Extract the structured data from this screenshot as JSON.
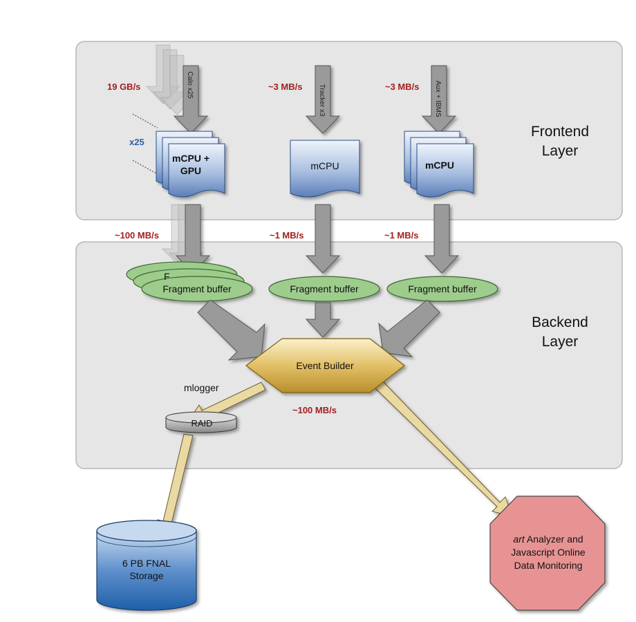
{
  "layers": {
    "frontend_line1": "Frontend",
    "frontend_line2": "Layer",
    "backend_line1": "Backend",
    "backend_line2": "Layer"
  },
  "frontend": {
    "calo": {
      "input_rate": "19 GB/s",
      "arrow_label": "Calo x25",
      "multiplicity": "x25",
      "node_line1": "mCPU +",
      "node_line2": "GPU",
      "output_rate": "~100 MB/s"
    },
    "tracker": {
      "input_rate": "~3 MB/s",
      "arrow_label": "Tracker x3",
      "node_label": "mCPU",
      "output_rate": "~1 MB/s"
    },
    "aux": {
      "input_rate": "~3 MB/s",
      "arrow_label": "Aux + IBMS",
      "node_label": "mCPU",
      "output_rate": "~1 MB/s"
    }
  },
  "backend": {
    "fragment_buffer_label": "Fragment buffer",
    "fragment_buffer_partial": "F",
    "event_builder_label": "Event Builder",
    "mlogger_label": "mlogger",
    "raid_label": "RAID",
    "output_rate": "~100 MB/s"
  },
  "storage": {
    "line1": "6 PB FNAL",
    "line2": "Storage"
  },
  "analyzer": {
    "line1_italic": "art",
    "line1_rest": " Analyzer and",
    "line2": "Javascript Online",
    "line3": "Data Monitoring"
  }
}
